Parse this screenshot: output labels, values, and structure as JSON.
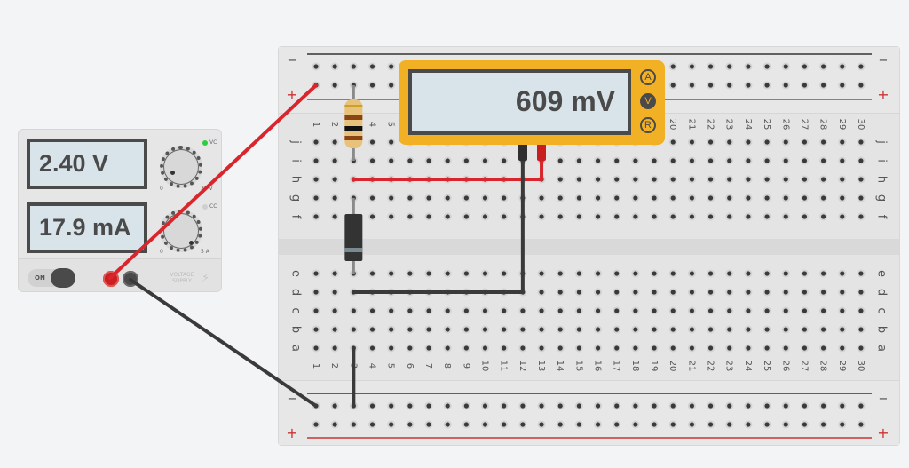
{
  "power_supply": {
    "voltage_display": "2.40 V",
    "current_display": "17.9 mA",
    "voltage_knob": {
      "min_label": "0",
      "max_label": "30 V",
      "led_label": "VC",
      "led_color": "#2ecc40"
    },
    "current_knob": {
      "min_label": "0",
      "max_label": "5 A",
      "led_label": "CC",
      "led_color": "#cfcfcf"
    },
    "power_toggle_label": "ON",
    "brand_line1": "VOLTAGE",
    "brand_line2": "SUPPLY",
    "lightning_icon": "⚡"
  },
  "multimeter": {
    "reading": "609 mV",
    "modes": [
      {
        "label": "A",
        "active": false
      },
      {
        "label": "V",
        "active": true
      },
      {
        "label": "R",
        "active": false
      }
    ]
  },
  "breadboard": {
    "columns": [
      "1",
      "2",
      "3",
      "4",
      "5",
      "6",
      "7",
      "8",
      "9",
      "10",
      "11",
      "12",
      "13",
      "14",
      "15",
      "16",
      "17",
      "18",
      "19",
      "20",
      "21",
      "22",
      "23",
      "24",
      "25",
      "26",
      "27",
      "28",
      "29",
      "30"
    ],
    "top_rows": [
      "j",
      "i",
      "h",
      "g",
      "f"
    ],
    "bottom_rows": [
      "e",
      "d",
      "c",
      "b",
      "a"
    ],
    "rail_minus_label": "−",
    "rail_plus_label": "+"
  },
  "components": {
    "resistor_bands": [
      "#c9a227",
      "#8b4513",
      "#111111",
      "#8b4513"
    ],
    "diode_body_color": "#333333",
    "diode_stripe_color": "#7a8a90"
  },
  "colors": {
    "wire_red": "#d9262c",
    "wire_black": "#3a3a3a",
    "rail_red": "#cc3333",
    "rail_black": "#333333",
    "multimeter_body": "#f2b025"
  }
}
